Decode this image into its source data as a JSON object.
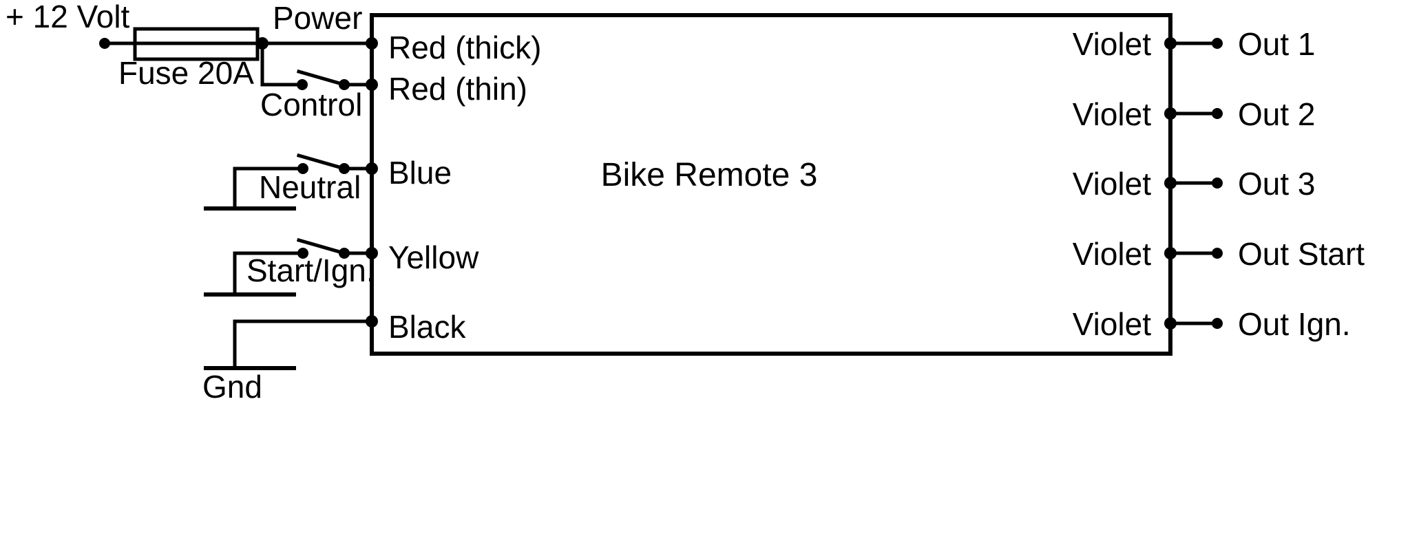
{
  "diagram": {
    "title": "Bike Remote 3",
    "supply_label": "+ 12 Volt",
    "fuse_label": "Fuse 20A",
    "power_label": "Power",
    "control_label": "Control",
    "neutral_label": "Neutral",
    "start_label": "Start/Ign.",
    "gnd_label": "Gnd",
    "input_terminals": [
      {
        "name": "Red (thick)"
      },
      {
        "name": "Red (thin)"
      },
      {
        "name": "Blue"
      },
      {
        "name": "Yellow"
      },
      {
        "name": "Black"
      }
    ],
    "output_wire_labels": [
      {
        "name": "Violet"
      },
      {
        "name": "Violet"
      },
      {
        "name": "Violet"
      },
      {
        "name": "Violet"
      },
      {
        "name": "Violet"
      }
    ],
    "output_terminals": [
      {
        "name": "Out 1"
      },
      {
        "name": "Out 2"
      },
      {
        "name": "Out 3"
      },
      {
        "name": "Out Start"
      },
      {
        "name": "Out Ign."
      }
    ],
    "colors": {
      "line": "#000000",
      "background": "#ffffff"
    }
  }
}
